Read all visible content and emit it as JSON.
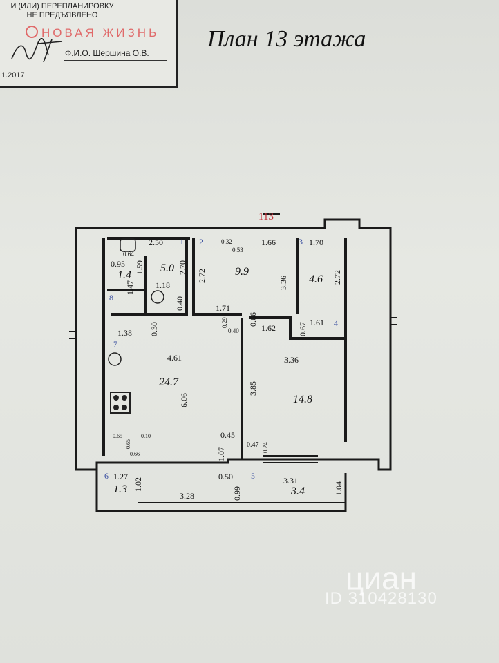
{
  "stamp": {
    "line1": "И (ИЛИ) ПЕРЕПЛАНИРОВКУ",
    "line2": "НЕ ПРЕДЪЯВЛЕНО",
    "brand": "НОВАЯ ЖИЗНЬ",
    "fio": "Ф.И.О. Шершина О.В.",
    "date": "1.2017"
  },
  "plan": {
    "title": "План 13 этажа",
    "apartment_number": "113",
    "rooms": [
      {
        "num": "1",
        "area": "5.0"
      },
      {
        "num": "2",
        "area": "9.9"
      },
      {
        "num": "3",
        "area": "4.6"
      },
      {
        "num": "4",
        "area": "14.8"
      },
      {
        "num": "5",
        "area": "3.4"
      },
      {
        "num": "6",
        "area": "1.3"
      },
      {
        "num": "7",
        "area": "24.7"
      },
      {
        "num": "8",
        "area": "1.4"
      }
    ],
    "dims": {
      "d250": "2.50",
      "d032": "0.32",
      "d053": "0.53",
      "d166": "1.66",
      "d170": "1.70",
      "d064": "0.64",
      "d095": "0.95",
      "d159": "1.59",
      "d270": "2.70",
      "d272a": "2.72",
      "d336a": "3.36",
      "d272b": "2.72",
      "d147": "1.47",
      "d118": "1.18",
      "d040a": "0.40",
      "d171": "1.71",
      "d066": "0.66",
      "d162": "1.62",
      "d067": "0.67",
      "d161": "1.61",
      "d029": "0.29",
      "d040b": "0.40",
      "d138": "1.38",
      "d030": "0.30",
      "d461": "4.61",
      "d336b": "3.36",
      "d606": "6.06",
      "d385": "3.85",
      "d065a": "0.65",
      "d010": "0.10",
      "d065b": "0.65",
      "d066b": "0.66",
      "d045": "0.45",
      "d047": "0.47",
      "d024": "0.24",
      "d107": "1.07",
      "d127": "1.27",
      "d102": "1.02",
      "d328": "3.28",
      "d050": "0.50",
      "d099": "0.99",
      "d331": "3.31",
      "d104": "1.04"
    }
  },
  "watermark": {
    "logo": "циан",
    "id": "ID 310428130"
  },
  "colors": {
    "stamp_brand": "#e06a6a",
    "room_number": "#3a4fa0",
    "apartment_number": "#c0303a",
    "walls": "#1a1a1a"
  }
}
